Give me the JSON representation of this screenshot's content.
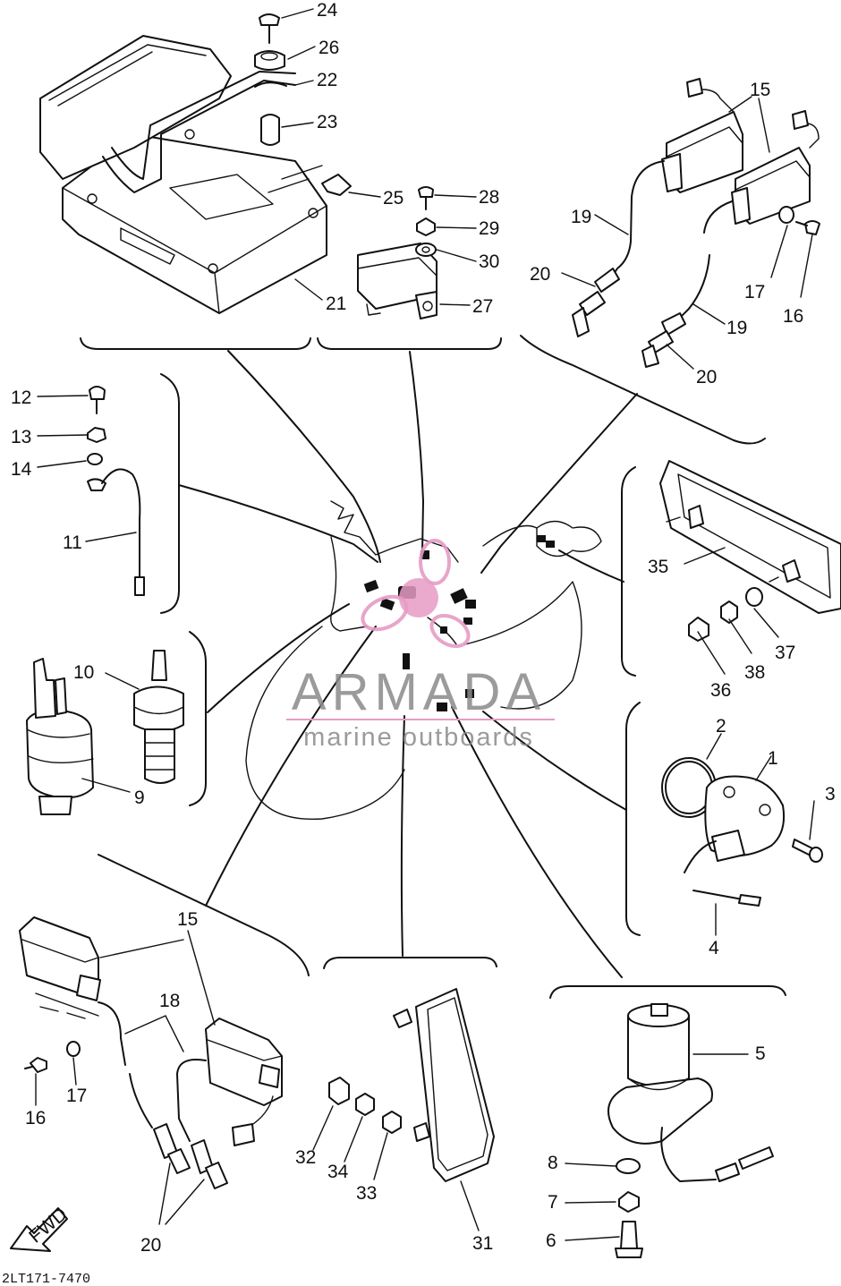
{
  "diagram": {
    "drawing_code": "2LT171-7470",
    "fwd_label": "FWD",
    "watermark": {
      "title": "ARMADA",
      "subtitle": "marine outboards",
      "accent_color": "#e69bc4",
      "text_color": "#8a8a8a"
    },
    "callouts": [
      "1",
      "2",
      "3",
      "4",
      "5",
      "6",
      "7",
      "8",
      "9",
      "10",
      "11",
      "12",
      "13",
      "14",
      "15",
      "15",
      "16",
      "16",
      "17",
      "17",
      "18",
      "19",
      "19",
      "20",
      "20",
      "20",
      "21",
      "22",
      "23",
      "24",
      "25",
      "26",
      "27",
      "28",
      "29",
      "30",
      "31",
      "32",
      "33",
      "34",
      "35",
      "36",
      "37",
      "38"
    ]
  }
}
